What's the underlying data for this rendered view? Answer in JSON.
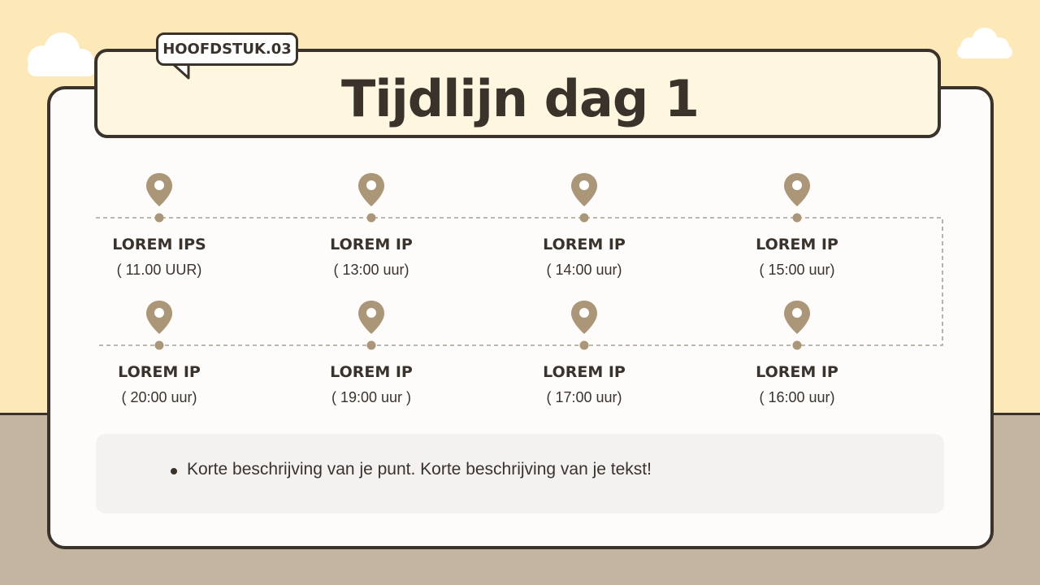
{
  "colors": {
    "sky": "#fde9b8",
    "ground": "#c4b5a0",
    "outline": "#3a332b",
    "pin": "#ab9677",
    "card": "#fdfcfa",
    "banner": "#fef6df",
    "note": "#f4f2f1"
  },
  "header": {
    "tag_label": "HOOFDSTUK.03",
    "title": "Tijdlijn dag 1"
  },
  "timeline": {
    "stops": [
      {
        "title": "LOREM IPS",
        "time": "( 11.00 UUR)",
        "icon": "map-pin-icon"
      },
      {
        "title": "LOREM IP",
        "time": "( 13:00 uur)",
        "icon": "map-pin-icon"
      },
      {
        "title": "LOREM IP",
        "time": "( 14:00 uur)",
        "icon": "map-pin-icon"
      },
      {
        "title": "LOREM IP",
        "time": "( 15:00 uur)",
        "icon": "map-pin-icon"
      },
      {
        "title": "LOREM IP",
        "time": "( 20:00 uur)",
        "icon": "map-pin-icon"
      },
      {
        "title": "LOREM IP",
        "time": "( 19:00 uur )",
        "icon": "map-pin-icon"
      },
      {
        "title": "LOREM IP",
        "time": "( 17:00 uur)",
        "icon": "map-pin-icon"
      },
      {
        "title": "LOREM IP",
        "time": "( 16:00 uur)",
        "icon": "map-pin-icon"
      }
    ]
  },
  "note": {
    "text": "Korte beschrijving van je punt. Korte beschrijving van je tekst!"
  }
}
